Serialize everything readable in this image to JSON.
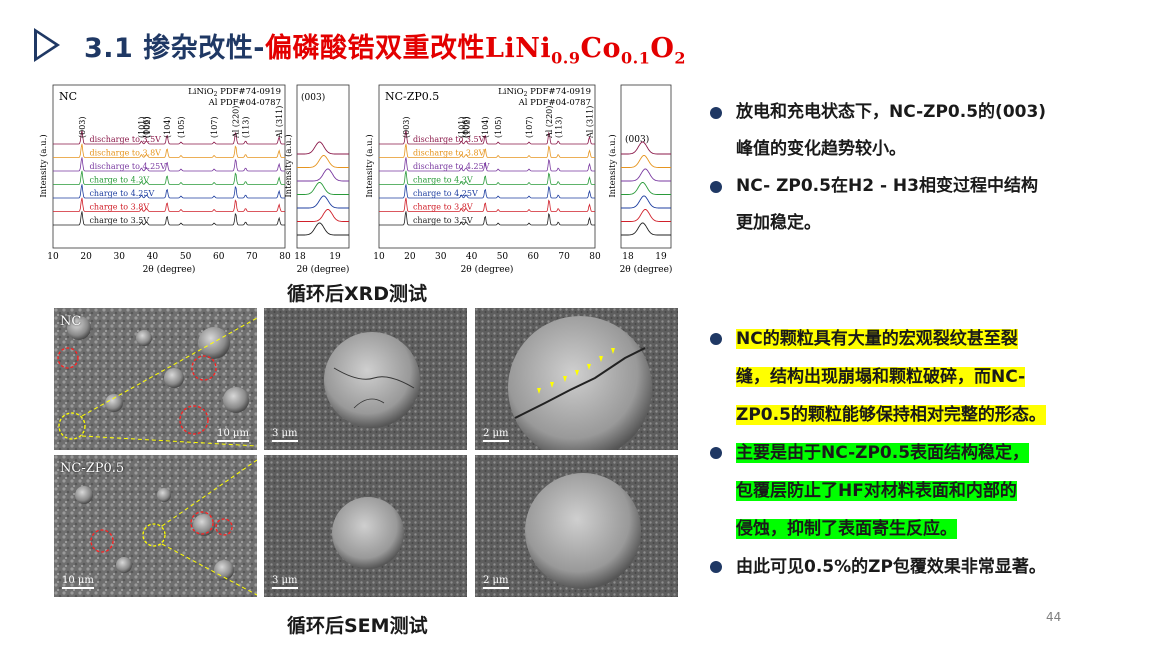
{
  "header": {
    "title_number": "3.1",
    "title_part1": "掺杂改性-",
    "title_part2": "偏磷酸锆双重改性",
    "formula": {
      "li": "LiNi",
      "ni_sub": "0.9",
      "co": "Co",
      "co_sub": "0.1",
      "o": "O",
      "o_sub": "2"
    }
  },
  "xrd_figure": {
    "x_axis_label": "2θ (degree)",
    "y_axis_label": "Intensity (a.u.)",
    "main_ticks": [
      "10",
      "20",
      "30",
      "40",
      "50",
      "60",
      "70",
      "80"
    ],
    "zoom_ticks": [
      "18",
      "19"
    ],
    "peak_labels": [
      "(003)",
      "(101)",
      "(006)",
      "(102)",
      "(104)",
      "(105)",
      "(107)",
      "Al (220)",
      "(113)",
      "Al (311)"
    ],
    "ref_line1": "LiNiO",
    "ref_line1_sub": "2",
    "ref_line1_pdf": "PDF#74-0919",
    "ref_line2": "Al PDF#04-0787",
    "zoom_label": "(003)",
    "panels": [
      {
        "name": "NC",
        "curves": [
          {
            "label": "discharge to 3.5V",
            "color": "#8b1a4a"
          },
          {
            "label": "discharge to 3.8V",
            "color": "#e69520"
          },
          {
            "label": "discharge to 4.25V",
            "color": "#7a3aa0"
          },
          {
            "label": "charge to 4.3V",
            "color": "#2a9a3a"
          },
          {
            "label": "charge to 4.25V",
            "color": "#1f3fa0"
          },
          {
            "label": "charge to 3.8V",
            "color": "#d0202a"
          },
          {
            "label": "charge to 3.5V",
            "color": "#222222"
          }
        ]
      },
      {
        "name": "NC-ZP0.5",
        "curves": [
          {
            "label": "discharge to 3.5V",
            "color": "#8b1a4a"
          },
          {
            "label": "discharge to 3.8V",
            "color": "#e69520"
          },
          {
            "label": "discharge to 4.25V",
            "color": "#7a3aa0"
          },
          {
            "label": "charge to 4.3V",
            "color": "#2a9a3a"
          },
          {
            "label": "charge to 4.25V",
            "color": "#1f3fa0"
          },
          {
            "label": "charge to 3.8V",
            "color": "#d0202a"
          },
          {
            "label": "charge to 3.5V",
            "color": "#222222"
          }
        ]
      }
    ]
  },
  "xrd_caption": "循环后XRD测试",
  "sem_caption": "循环后SEM测试",
  "sem_panels": {
    "row1_label": "NC",
    "row2_label": "NC-ZP0.5",
    "scale_10um": "10 μm",
    "scale_3um": "3 μm",
    "scale_2um": "2 μm"
  },
  "bullets_top": [
    {
      "line1": "放电和充电状态下，NC-ZP0.5的(003)",
      "line2": "峰值的变化趋势较小。"
    },
    {
      "line1": "NC- ZP0.5在H2 - H3相变过程中结构",
      "line2": "更加稳定。"
    }
  ],
  "bullets_bottom": [
    {
      "highlight": "yellow",
      "lines": [
        "NC的颗粒具有大量的宏观裂纹甚至裂",
        "缝，结构出现崩塌和颗粒破碎，而NC-",
        "ZP0.5的颗粒能够保持相对完整的形态。"
      ]
    },
    {
      "highlight": "green",
      "lines": [
        "主要是由于NC-ZP0.5表面结构稳定，",
        "包覆层防止了HF对材料表面和内部的",
        "侵蚀，抑制了表面寄生反应。"
      ]
    },
    {
      "highlight": "none",
      "lines": [
        "由此可见0.5%的ZP包覆效果非常显著。"
      ]
    }
  ],
  "page_number": "44",
  "colors": {
    "title_dark": "#1f3864",
    "title_red": "#e30000",
    "bullet": "#1f3864",
    "highlight_yellow": "#ffff00",
    "highlight_green": "#00ff00"
  }
}
